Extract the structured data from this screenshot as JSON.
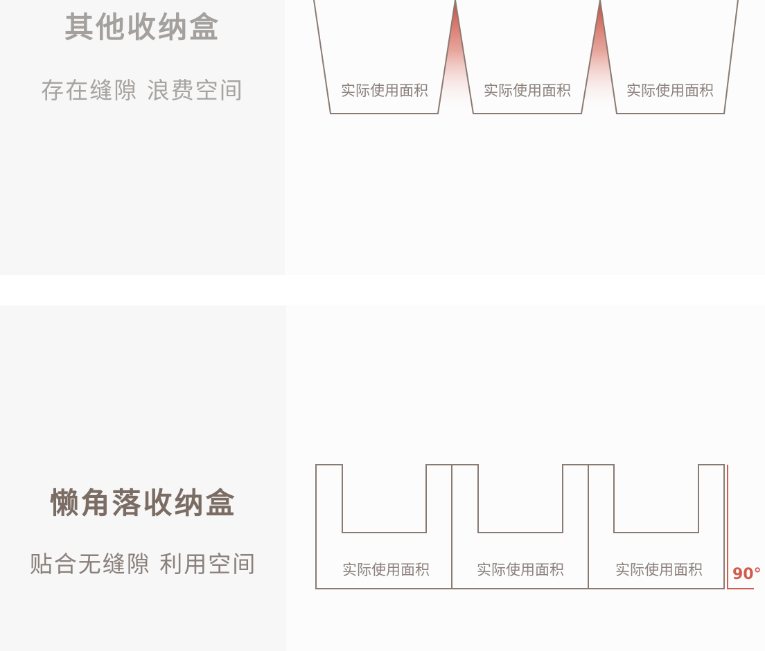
{
  "top_section": {
    "title": "其他收纳盒",
    "subtitle": "存在缝隙 浪费空间",
    "box_labels": [
      "实际使用面积",
      "实际使用面积",
      "实际使用面积"
    ]
  },
  "bottom_section": {
    "title": "懒角落收纳盒",
    "subtitle": "贴合无缝隙 利用空间",
    "box_labels": [
      "实际使用面积",
      "实际使用面积",
      "实际使用面积"
    ],
    "angle_label": "90°"
  },
  "colors": {
    "outline": "#8a7a74",
    "gap_highlight": "#c9483a",
    "angle_accent": "#d05c4d"
  }
}
